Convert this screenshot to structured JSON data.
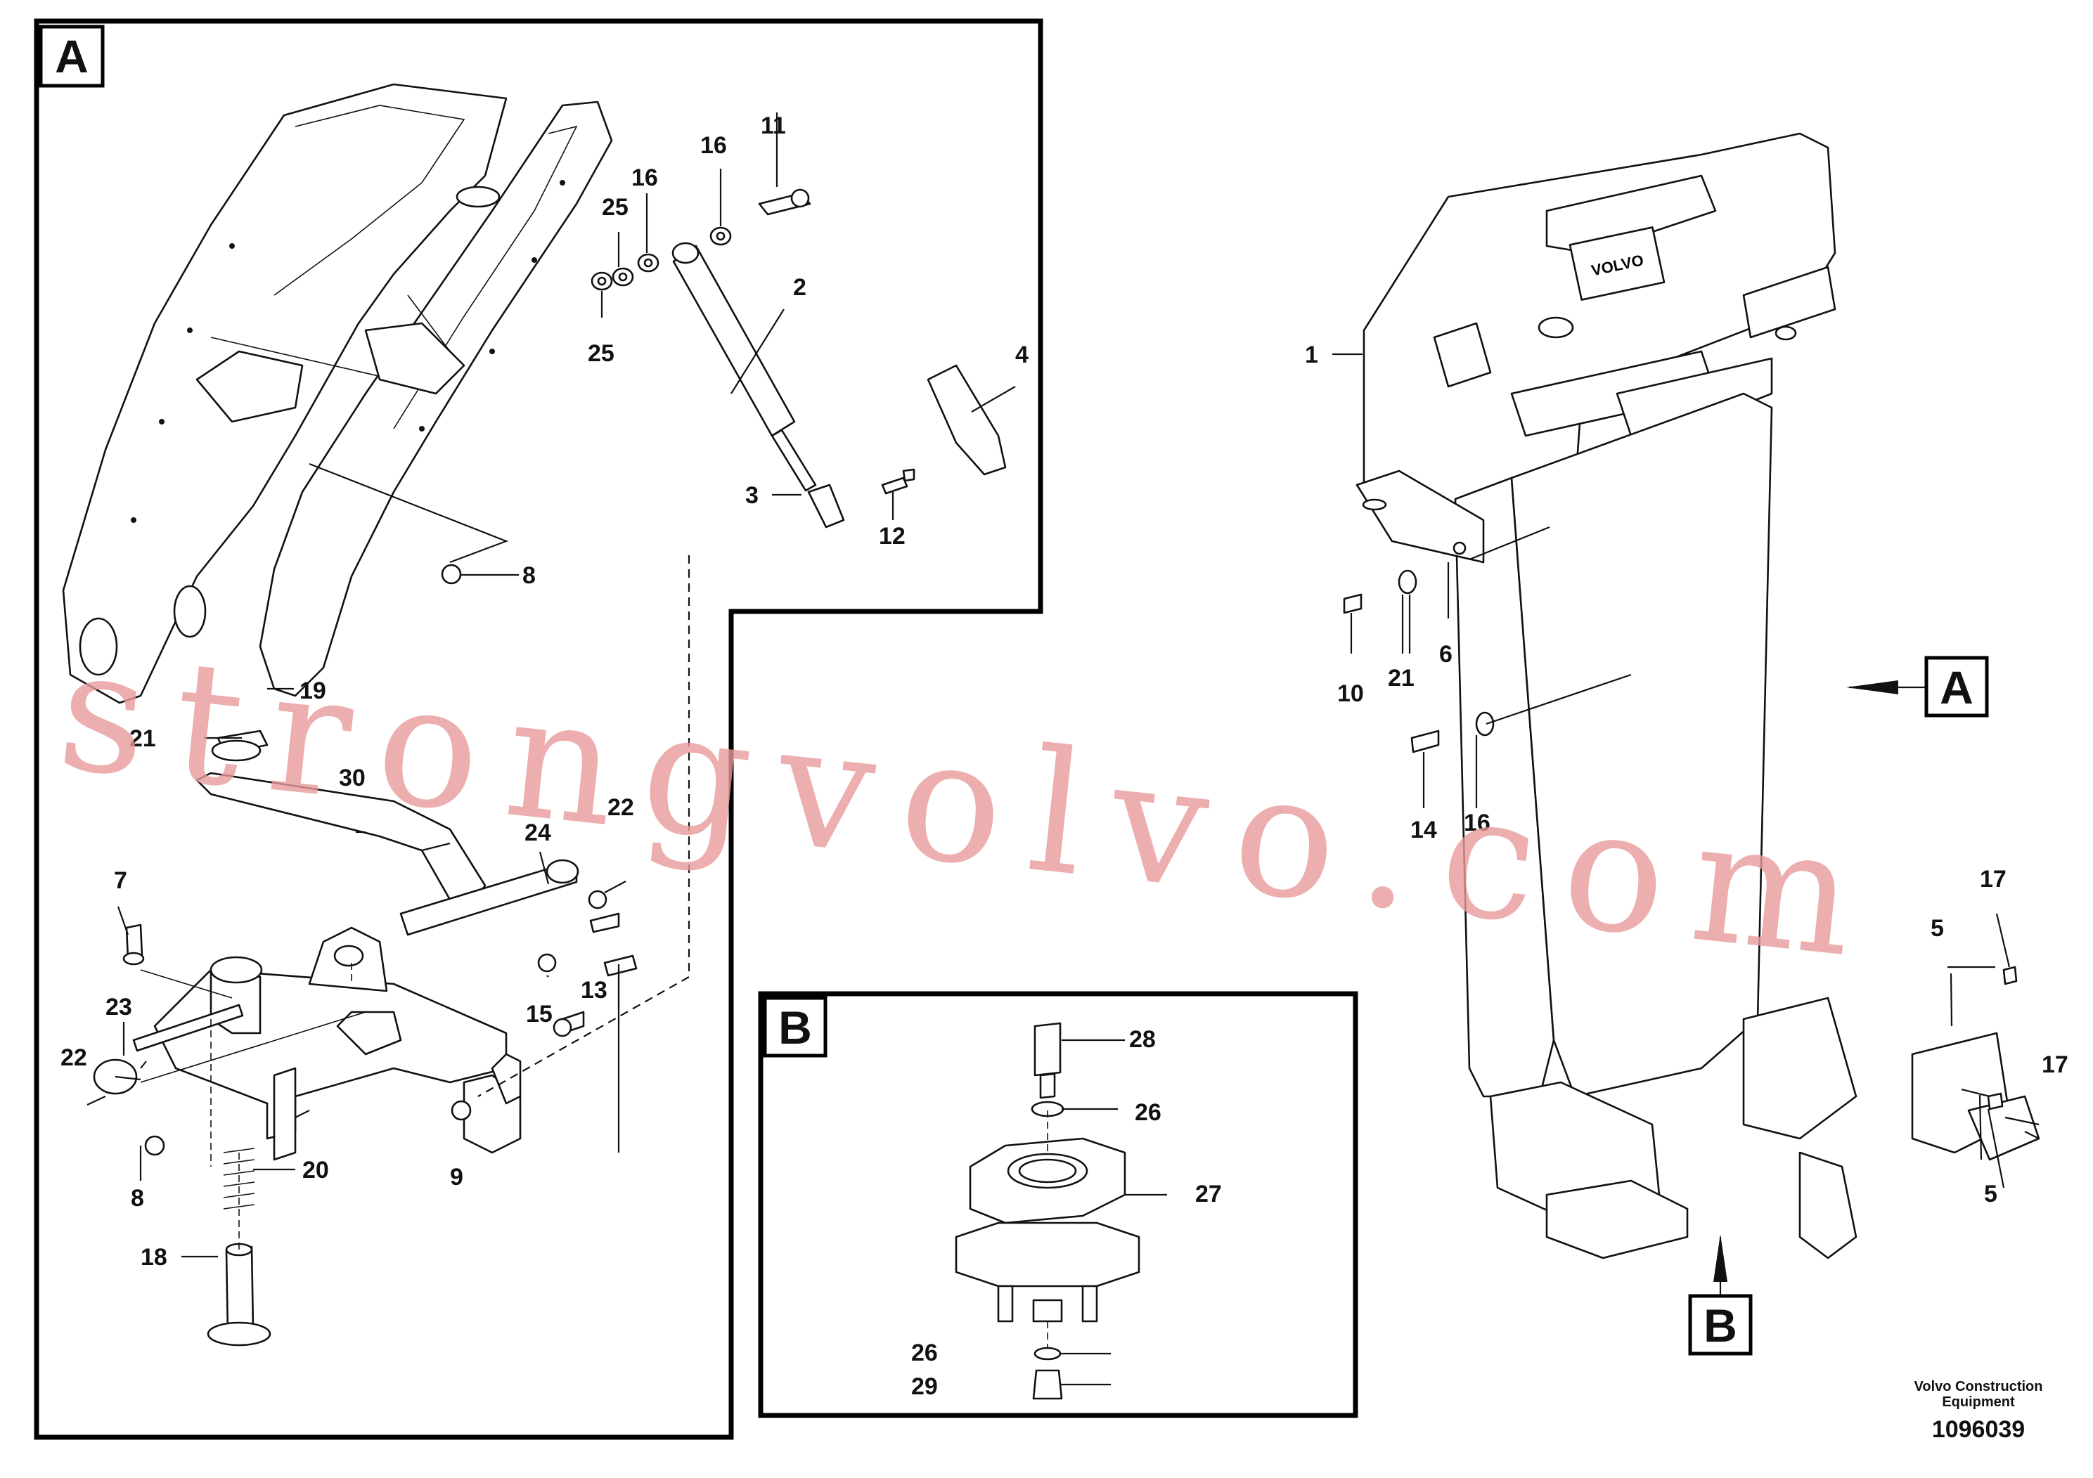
{
  "diagram": {
    "view_labels": {
      "a": "A",
      "b": "B"
    },
    "callouts": {
      "c1": "1",
      "c2": "2",
      "c3": "3",
      "c4": "4",
      "c5a": "5",
      "c5b": "5",
      "c6": "6",
      "c7": "7",
      "c8a": "8",
      "c8b": "8",
      "c9": "9",
      "c10": "10",
      "c11": "11",
      "c12": "12",
      "c13": "13",
      "c14": "14",
      "c15": "15",
      "c16a": "16",
      "c16b": "16",
      "c16c": "16",
      "c17a": "17",
      "c17b": "17",
      "c18": "18",
      "c19": "19",
      "c20": "20",
      "c21a": "21",
      "c21b": "21",
      "c22a": "22",
      "c22b": "22",
      "c23": "23",
      "c24": "24",
      "c25a": "25",
      "c25b": "25",
      "c26a": "26",
      "c26b": "26",
      "c27": "27",
      "c28": "28",
      "c29": "29",
      "c30": "30"
    },
    "console_brand": "VOLVO"
  },
  "watermark": "strongvolvo.com",
  "footer": {
    "company": "Volvo Construction",
    "company_line2": "Equipment",
    "drawing_number": "1096039"
  }
}
